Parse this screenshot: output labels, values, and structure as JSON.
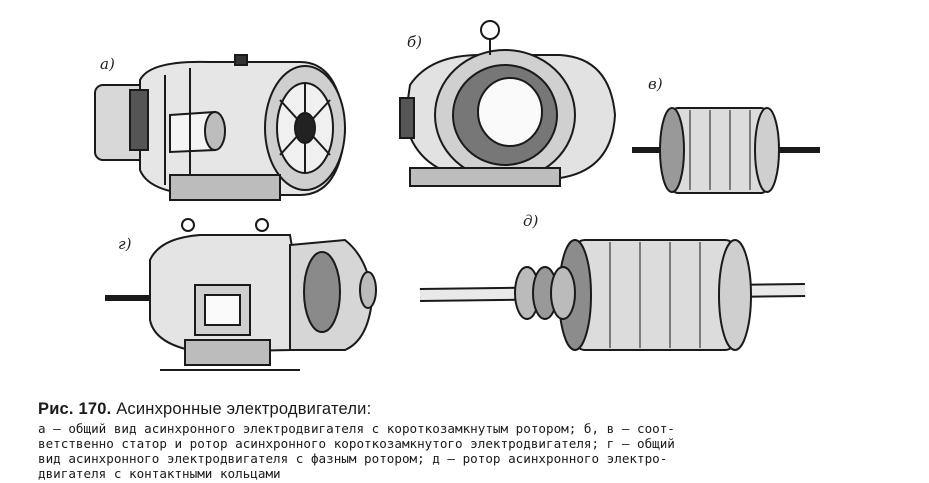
{
  "figure": {
    "labels": {
      "a": "а)",
      "b": "б)",
      "v": "в)",
      "g": "г)",
      "d": "д)"
    }
  },
  "caption": {
    "number": "Рис. 170.",
    "title": "Асинхронные электродвигатели:",
    "lines": [
      "а — общий вид асинхронного электродвигателя с короткозамкнутым ротором; б, в — соот-",
      "ветственно статор и ротор асинхронного короткозамкнутого электродвигателя; г — общий",
      "вид асинхронного электродвигателя с фазным ротором; д — ротор асинхронного электро-",
      "двигателя с контактными кольцами"
    ]
  }
}
